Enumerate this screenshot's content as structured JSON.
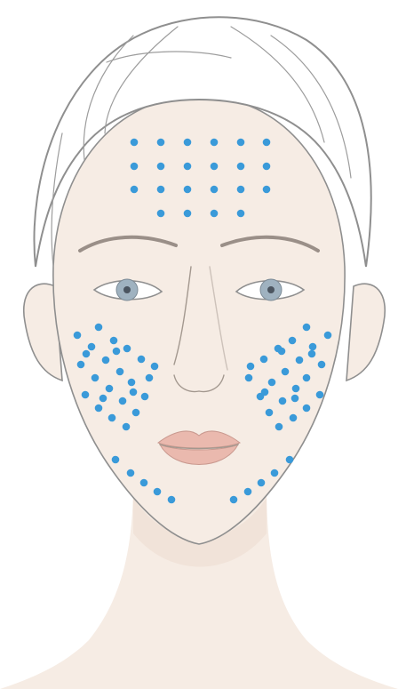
{
  "illustration": {
    "subject": "face",
    "dot_color": "#3a9ad9",
    "skin_color": "#f6ece4",
    "skin_shadow_color": "#eddcd0",
    "outline_color": "#8f8f8f",
    "hair_line_color": "#9d9d9d",
    "lip_color": "#eab9ae",
    "iris_color": "#9fb2c0",
    "zones": [
      {
        "name": "forehead",
        "dot_count": 22
      },
      {
        "name": "left-cheek",
        "dot_count": 25
      },
      {
        "name": "right-cheek",
        "dot_count": 25
      },
      {
        "name": "left-jaw",
        "dot_count": 5
      },
      {
        "name": "right-jaw",
        "dot_count": 5
      }
    ]
  }
}
